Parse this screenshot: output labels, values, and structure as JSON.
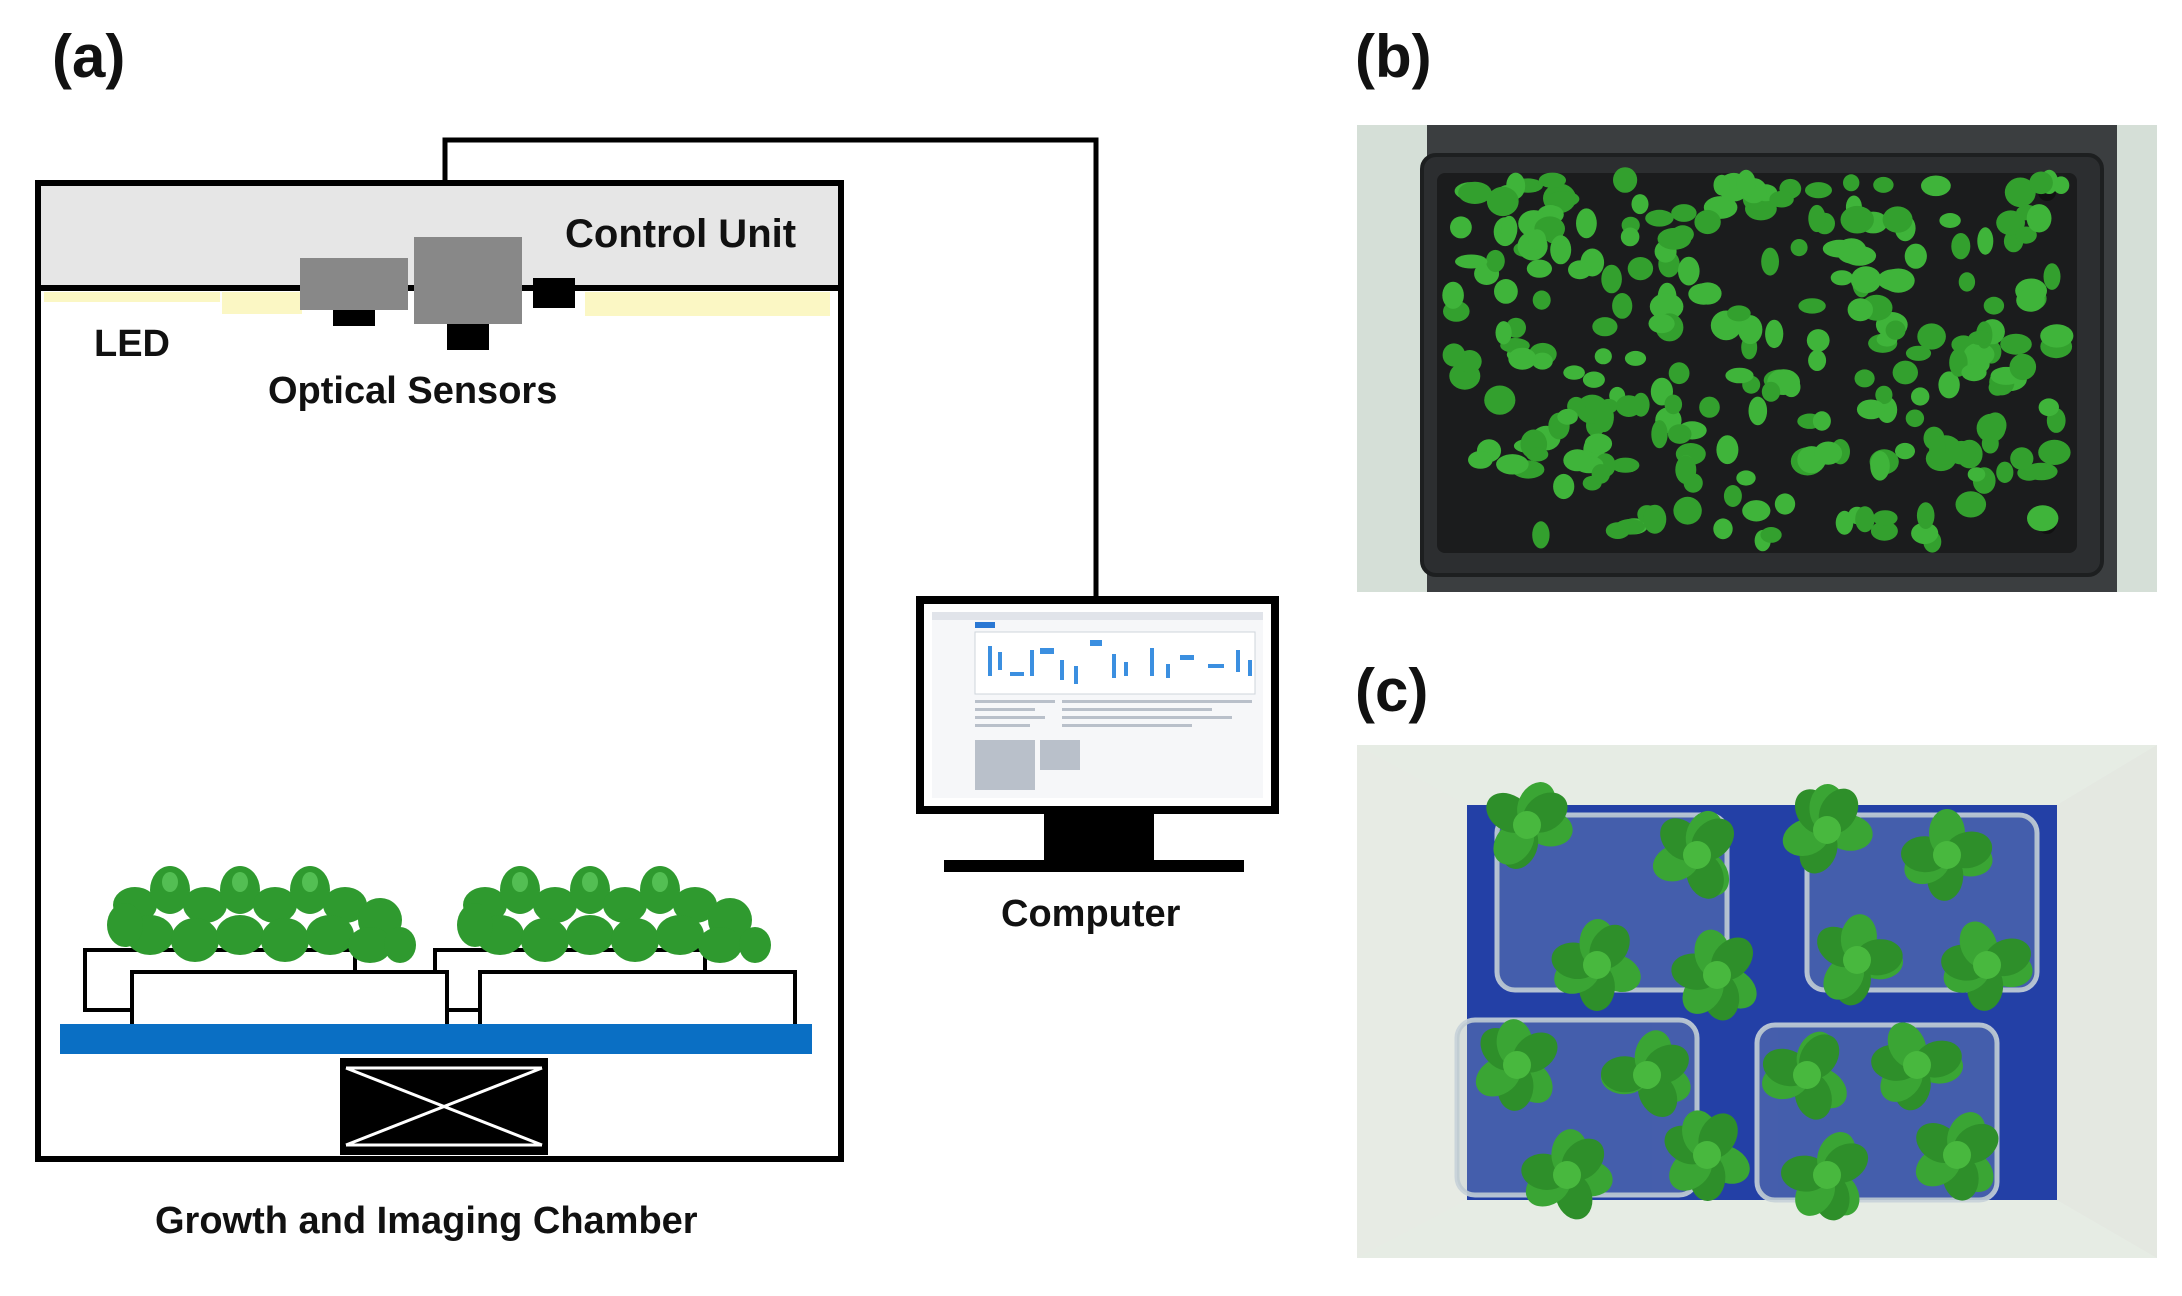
{
  "panels": {
    "a": {
      "label": "(a)"
    },
    "b": {
      "label": "(b)"
    },
    "c": {
      "label": "(c)"
    }
  },
  "diagram": {
    "control_unit": "Control Unit",
    "led": "LED",
    "optical_sensors": "Optical Sensors",
    "computer": "Computer",
    "chamber": "Growth and Imaging Chamber"
  },
  "colors": {
    "control_unit_fill": "#e6e6e6",
    "led_strip": "#fbf7c4",
    "sensor_gray": "#888888",
    "platform_blue": "#0a6fc4",
    "plant_green": "#3aa83a",
    "tray_dark": "#2f3132",
    "blue_board": "#2340a6"
  }
}
